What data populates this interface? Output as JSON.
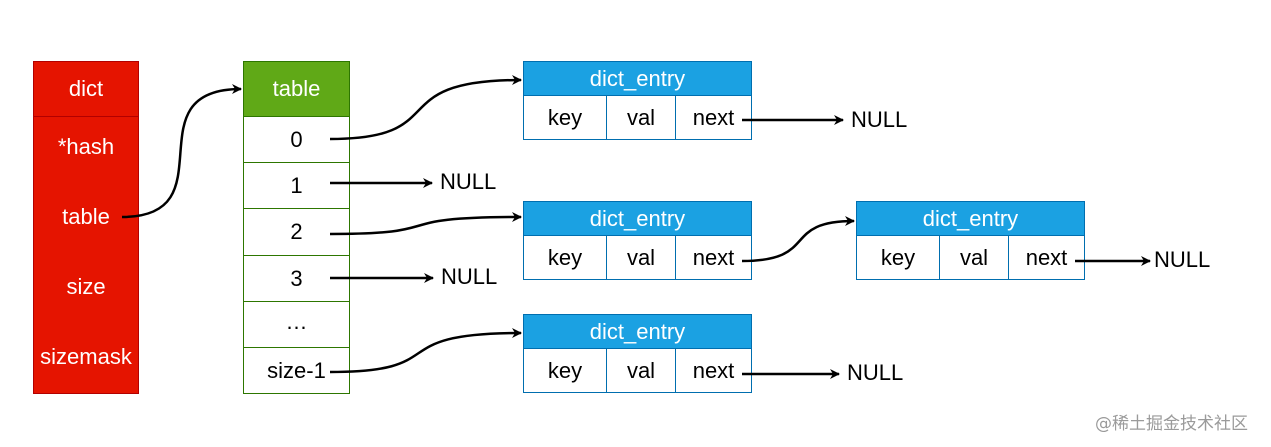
{
  "dict": {
    "title": "dict",
    "fields": [
      "*hash",
      "table",
      "size",
      "sizemask"
    ]
  },
  "table": {
    "title": "table",
    "rows": [
      "0",
      "1",
      "2",
      "3",
      "…",
      "size-1"
    ]
  },
  "entries": [
    {
      "title": "dict_entry",
      "key": "key",
      "val": "val",
      "next": "next"
    },
    {
      "title": "dict_entry",
      "key": "key",
      "val": "val",
      "next": "next"
    },
    {
      "title": "dict_entry",
      "key": "key",
      "val": "val",
      "next": "next"
    },
    {
      "title": "dict_entry",
      "key": "key",
      "val": "val",
      "next": "next"
    }
  ],
  "null_label": "NULL",
  "watermark": "@稀土掘金技术社区",
  "colors": {
    "dict": "#e51400",
    "table_header": "#60a917",
    "table_border": "#2d7600",
    "entry_header": "#1ba1e2",
    "entry_border": "#006eaf"
  }
}
